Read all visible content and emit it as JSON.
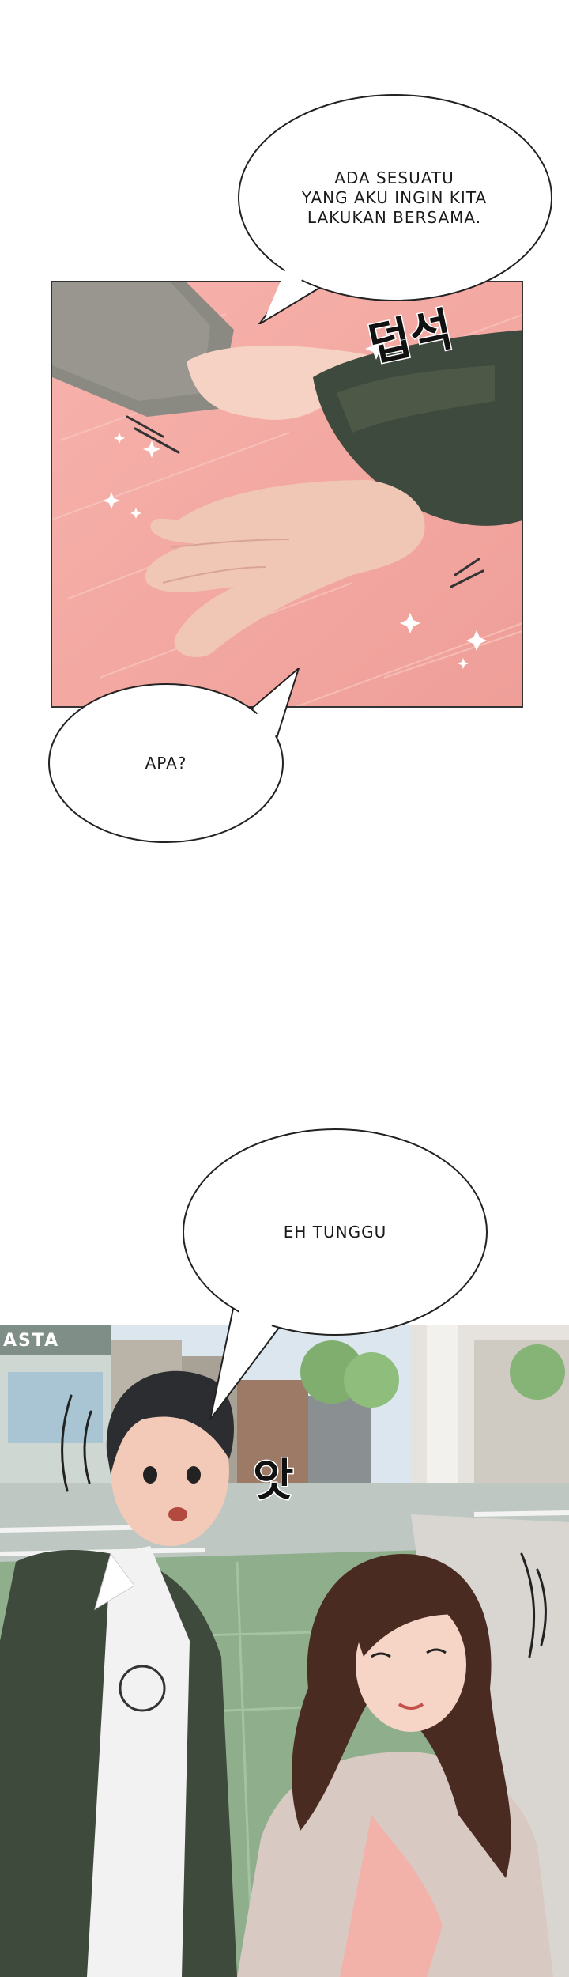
{
  "dialogue": {
    "bubble_1": "ADA SESUATU\nYANG AKU INGIN KITA\nLAKUKAN BERSAMA.",
    "bubble_2": "APA?",
    "bubble_3": "EH TUNGGU"
  },
  "sound_effects": {
    "grab": "덥석",
    "surprise": "앗"
  },
  "background_sign": "ASTA",
  "colors": {
    "panel_bg": "#f4a9a3",
    "sleeve_green": "#3f4a3e",
    "skin": "#f3c9b8",
    "street_green": "#8fae8c",
    "sky": "#dbe6ee",
    "jacket": "#3e4a3b",
    "hair_brown": "#4a2b22"
  }
}
